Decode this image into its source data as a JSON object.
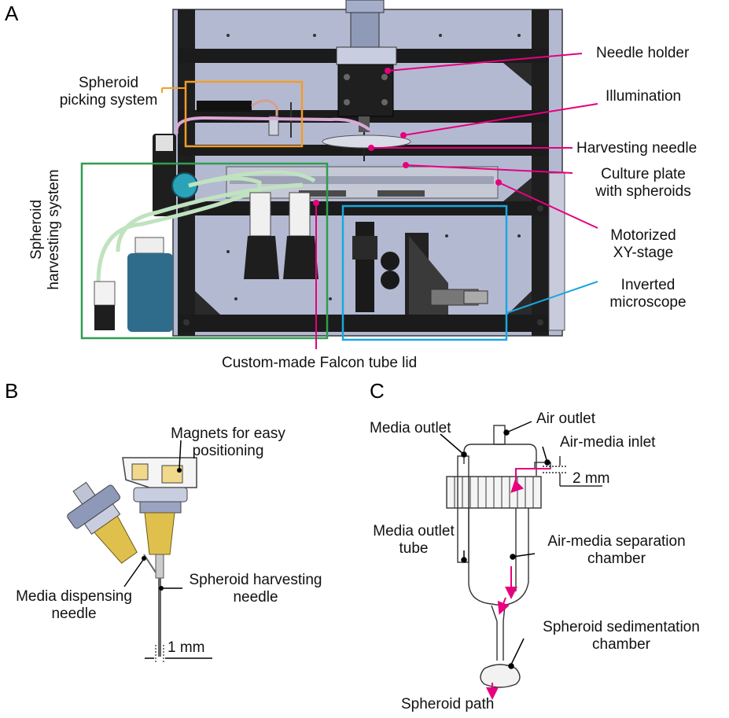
{
  "panels": {
    "a": "A",
    "b": "B",
    "c": "C"
  },
  "panel_a": {
    "spheroid_picking_system": [
      "Spheroid",
      "picking system"
    ],
    "spheroid_harvesting_system": [
      "Spheroid",
      "harvesting system"
    ],
    "needle_holder": "Needle holder",
    "illumination": "Illumination",
    "harvesting_needle": "Harvesting needle",
    "culture_plate": [
      "Culture plate",
      "with spheroids"
    ],
    "motorized_stage": [
      "Motorized",
      "XY-stage"
    ],
    "inverted_microscope": [
      "Inverted",
      "microscope"
    ],
    "custom_lid": "Custom-made Falcon tube lid"
  },
  "panel_b": {
    "magnets": [
      "Magnets for easy",
      "positioning"
    ],
    "media_dispensing_needle": [
      "Media dispensing",
      "needle"
    ],
    "spheroid_harvesting_needle": [
      "Spheroid harvesting",
      "needle"
    ],
    "scale": "1 mm"
  },
  "panel_c": {
    "air_outlet": "Air outlet",
    "media_outlet": "Media outlet",
    "air_media_inlet": "Air-media inlet",
    "scale": "2 mm",
    "media_outlet_tube": [
      "Media outlet",
      "tube"
    ],
    "separation_chamber": [
      "Air-media separation",
      "chamber"
    ],
    "sedimentation_chamber": [
      "Spheroid sedimentation",
      "chamber"
    ],
    "spheroid_path": "Spheroid path"
  },
  "colors": {
    "pointer_magenta": "#e6007e",
    "picking_box_orange": "#f39c2a",
    "harvest_box_green": "#2e9e4f",
    "microscope_box_cyan": "#1aa7e0",
    "frame_fill": "#b4b9d2",
    "rail_black": "#1b1b1b",
    "bottle_blue": "#2f6c8c",
    "tube_green": "#bfe3bf",
    "needle_yellow": "#e8cf5a"
  }
}
